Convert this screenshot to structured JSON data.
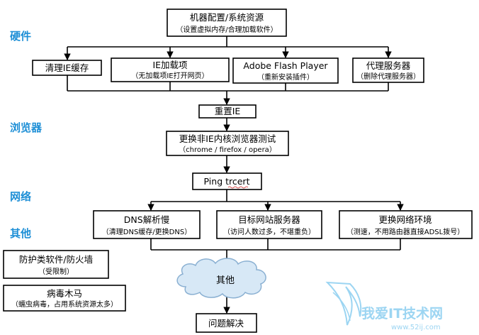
{
  "categories": {
    "hardware": "硬件",
    "browser": "浏览器",
    "network": "网络",
    "other": "其他"
  },
  "nodes": {
    "machine_config": {
      "title": "机器配置/系统资源",
      "sub": "（设置虚拟内存/合理加载软件）"
    },
    "clear_cache": {
      "title": "清理IE缓存"
    },
    "ie_addons": {
      "title": "IE加载项",
      "sub": "（无加载项IE打开网页）"
    },
    "flash": {
      "title": "Adobe Flash Player",
      "sub": "（重新安装插件）"
    },
    "proxy": {
      "title": "代理服务器",
      "sub": "（删除代理服务器）"
    },
    "reset_ie": {
      "title": "重置IE"
    },
    "change_browser": {
      "title": "更换非IE内核浏览器测试",
      "sub": "（chrome / firefox / opera）"
    },
    "ping": {
      "title": "Ping  trcert"
    },
    "dns": {
      "title": "DNS解析慢",
      "sub": "（清理DNS缓存/更换DNS）"
    },
    "target_server": {
      "title": "目标网站服务器",
      "sub": "（访问人数过多，不堪重负）"
    },
    "network_env": {
      "title": "更换网络环境",
      "sub": "（测速，不用路由器直接ADSL拨号）"
    },
    "firewall": {
      "title": "防护类软件/防火墙",
      "sub": "（受限制）"
    },
    "virus": {
      "title": "病毒木马",
      "sub": "（蠕虫病毒，占用系统资源太多）"
    },
    "other_cloud": {
      "title": "其他"
    },
    "resolved": {
      "title": "问题解决"
    }
  },
  "watermark": {
    "text": "我爱IT技术网",
    "url": "www.52ij.com"
  },
  "colors": {
    "category": "#1e8fd6",
    "stroke": "#000000",
    "cloud_fill": "#d7e8f6",
    "cloud_stroke": "#8ab0d2",
    "watermark": "#7cc7ee"
  }
}
